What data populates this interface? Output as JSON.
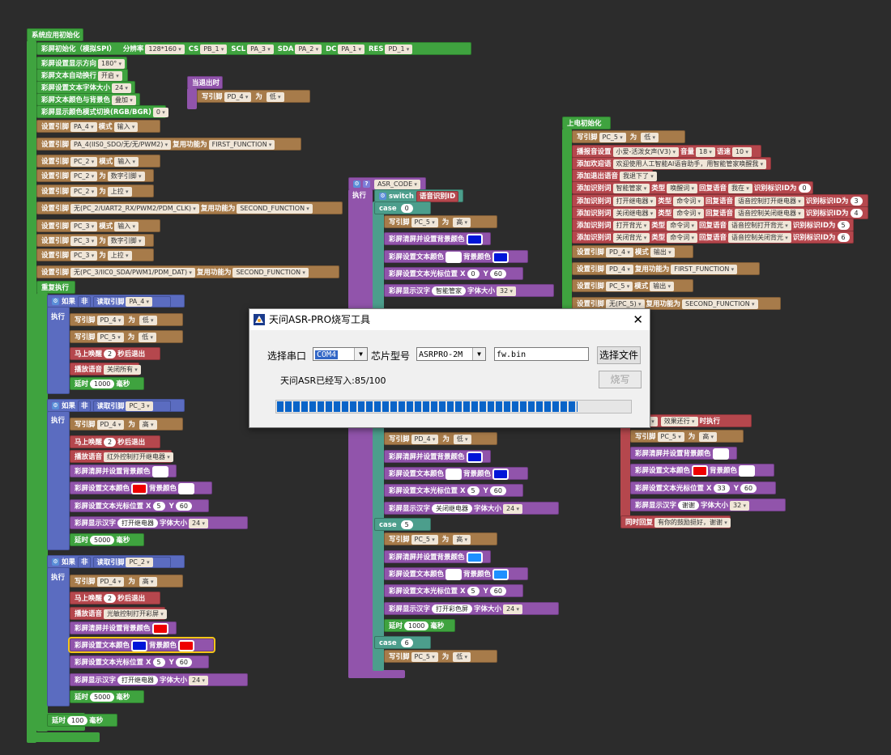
{
  "left": {
    "init_hat": "系统应用初始化",
    "screen_init": "彩屏初始化（模拟SPI）",
    "resolution_label": "分辨率",
    "resolution": "128*160",
    "cs_label": "CS",
    "cs": "PB_1",
    "scl_label": "SCL",
    "scl": "PA_3",
    "sda_label": "SDA",
    "sda": "PA_2",
    "dc_label": "DC",
    "dc": "PA_1",
    "res_label": "RES",
    "res": "PD_1",
    "dir_label": "彩屏设置显示方向",
    "dir": "180°",
    "wrap_label": "彩屏文本自动换行",
    "wrap": "开启",
    "fontsize_label": "彩屏设置文本字体大小",
    "fontsize": "24",
    "color_label": "彩屏文本颜色与背景色",
    "color_mode": "叠加",
    "rgb_label": "彩屏显示颜色模式切换(RGB/BGR)",
    "rgb": "0",
    "set_pin": "设置引脚",
    "mode": "模式",
    "input": "输入",
    "pa4": "PA_4",
    "pa4_full": "PA_4(IIS0_SDO/无/无/PWM2)",
    "reuse": "复用功能为",
    "first_fn": "FIRST_FUNCTION",
    "pc2": "PC_2",
    "as": "为",
    "digital": "数字引脚",
    "pullup": "上拉",
    "pc2_full": "无(PC_2/UART2_RX/PWM2/PDM_CLK)",
    "second_fn": "SECOND_FUNCTION",
    "pc3": "PC_3",
    "pc3_full": "无(PC_3/IIC0_SDA/PWM1/PDM_DAT)",
    "loop": "重复执行",
    "if": "如果",
    "not": "非",
    "read_pin": "读取引脚",
    "do": "执行",
    "write_pin": "写引脚",
    "pd4": "PD_4",
    "pc5": "PC_5",
    "low": "低",
    "high": "高",
    "wake": "马上唤醒",
    "wake_num": "2",
    "wake_suffix": "秒后退出",
    "play": "播放语音",
    "play_close": "关闭所有",
    "play_ir": "红外控制打开继电器",
    "play_light": "光敏控制打开彩屏",
    "delay": "延时",
    "ms": "毫秒",
    "d1000": "1000",
    "d5000": "5000",
    "d100": "100",
    "clear_bg": "彩屏清屏并设置背景颜色",
    "text_color": "彩屏设置文本颜色",
    "bg_color": "背景颜色",
    "cursor": "彩屏设置文本光标位置",
    "x": "X",
    "y": "Y",
    "x5": "5",
    "y60": "60",
    "show": "彩屏显示汉字",
    "open_relay": "打开继电器",
    "size_label": "字体大小",
    "size24": "24"
  },
  "exit_block": {
    "hat": "当退出时",
    "write": "写引脚",
    "pin": "PD_4",
    "as": "为",
    "val": "低"
  },
  "middle": {
    "asr_code": "ASR_CODE",
    "switch": "switch",
    "voice_id": "语音识别ID",
    "case": "case",
    "c0": "0",
    "c5": "5",
    "c6": "6",
    "write": "写引脚",
    "pc5": "PC_5",
    "pd4": "PD_4",
    "as": "为",
    "high": "高",
    "low": "低",
    "clear_bg": "彩屏清屏并设置背景颜色",
    "text_color": "彩屏设置文本颜色",
    "bg_color": "背景颜色",
    "cursor": "彩屏设置文本光标位置",
    "x": "X",
    "y": "Y",
    "x0": "0",
    "x5": "5",
    "y60": "60",
    "show": "彩屏显示汉字",
    "smart": "智能管家",
    "size_label": "字体大小",
    "size32": "32",
    "size24": "24",
    "close_relay": "关闭继电器",
    "open_screen": "打开彩色屏",
    "delay": "延时",
    "d1000": "1000",
    "ms": "毫秒"
  },
  "right": {
    "hat": "上电初始化",
    "write": "写引脚",
    "pc5": "PC_5",
    "as": "为",
    "low": "低",
    "high": "高",
    "voice_set": "播报音设置",
    "voice": "小爱-活泼女声(V3)",
    "vol": "音量",
    "vol_v": "18",
    "speed": "语速",
    "speed_v": "10",
    "welcome": "添加欢迎语",
    "welcome_v": "欢迎使用人工智能AI语音助手，用智能管家唤醒我",
    "exit_word": "添加退出语音",
    "exit_v": "我退下了",
    "add_word": "添加识别词",
    "type": "类型",
    "reply": "回复语音",
    "id_label": "识别标识ID为",
    "w1": "智能管家",
    "t1": "唤醒词",
    "r1": "我在",
    "id1": "0",
    "w2": "打开继电器",
    "t2": "命令词",
    "r2": "语音控制打开继电器",
    "id2": "3",
    "w3": "关闭继电器",
    "r3": "语音控制关闭继电器",
    "id3": "4",
    "w4": "打开背光",
    "r4": "语音控制打开背光",
    "id4": "5",
    "w5": "关闭背光",
    "r5": "语音控制关闭背光",
    "id5": "6",
    "set_pin": "设置引脚",
    "pd4": "PD_4",
    "mode": "模式",
    "output": "输出",
    "reuse": "复用功能为",
    "first_fn": "FIRST_FUNCTION",
    "pc5_full": "无(PC_5)",
    "second_fn": "SECOND_FUNCTION",
    "cmd": "命令词",
    "effect": "效果还行",
    "when": "时执行",
    "clear_bg": "彩屏清屏并设置背景颜色",
    "text_color": "彩屏设置文本颜色",
    "bg_color": "背景颜色",
    "cursor": "彩屏设置文本光标位置",
    "x": "X",
    "y": "Y",
    "x33": "33",
    "y60": "60",
    "show": "彩屏显示汉字",
    "thanks": "谢谢",
    "size_label": "字体大小",
    "size32": "32",
    "reply_at": "同时回复",
    "reply_v": "有你的鼓励挺好，谢谢"
  },
  "dialog": {
    "title": "天问ASR-PRO烧写工具",
    "port_label": "选择串口",
    "port": "COM4",
    "chip_label": "芯片型号",
    "chip": "ASRPRO-2M",
    "file": "fw.bin",
    "choose_btn": "选择文件",
    "status": "天问ASR已经写入:85/100",
    "burn_btn": "烧写",
    "progress": 0.85,
    "close": "✕"
  },
  "colors": {
    "green": "#3fa33f",
    "orange": "#a77b4a",
    "red": "#b5474d",
    "purple": "#9154ab",
    "blue": "#5b6cc0"
  }
}
